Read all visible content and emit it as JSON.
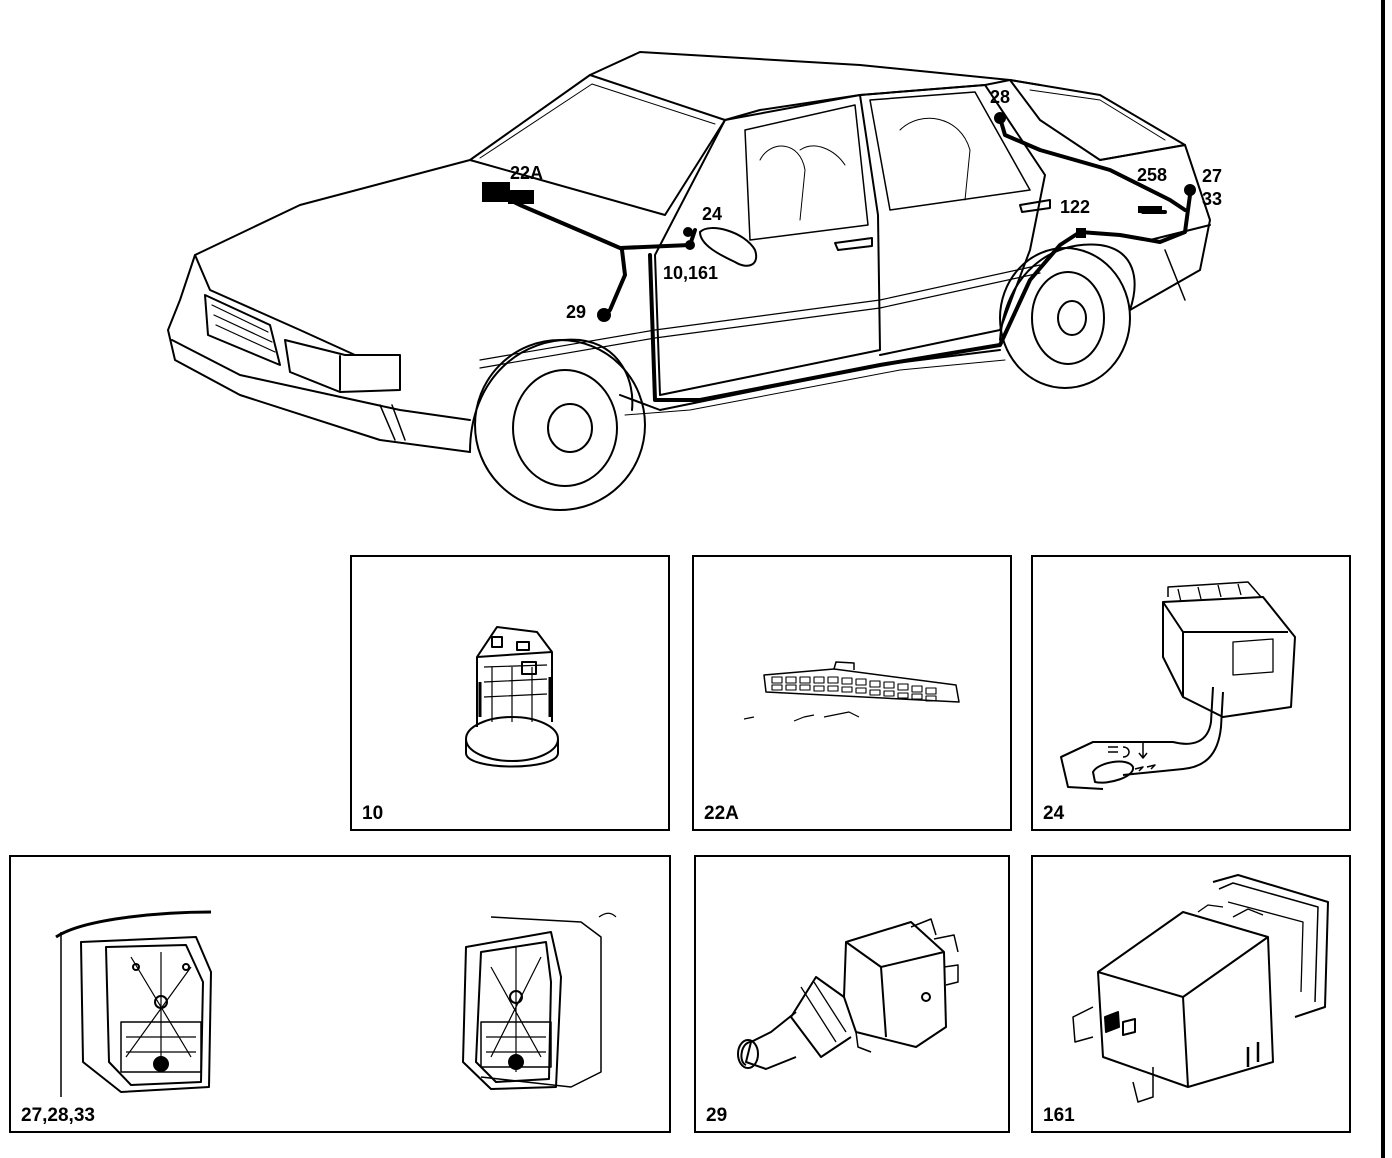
{
  "overview": {
    "callouts": {
      "c22a": "22A",
      "c24": "24",
      "c10_161": "10,161",
      "c29": "29",
      "c28": "28",
      "c258": "258",
      "c27": "27",
      "c33": "33",
      "c122": "122"
    }
  },
  "panels": {
    "p10": {
      "label": "10"
    },
    "p22a": {
      "label": "22A"
    },
    "p24": {
      "label": "24"
    },
    "p27_28_33": {
      "label": "27,28,33"
    },
    "p29": {
      "label": "29"
    },
    "p161": {
      "label": "161"
    }
  }
}
